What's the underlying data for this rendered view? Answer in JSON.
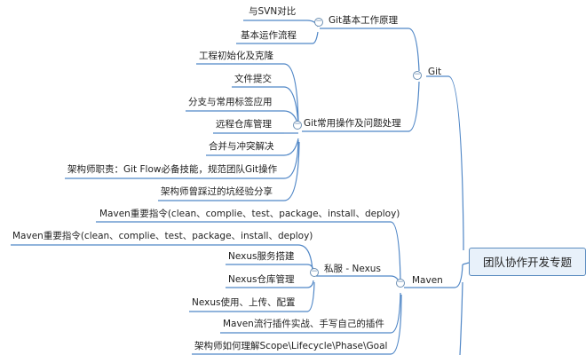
{
  "root": "团队协作开发专题",
  "branches": {
    "git": "Git",
    "git_basics": "Git基本工作原理",
    "git_ops": "Git常用操作及问题处理",
    "maven": "Maven",
    "nexus": "私服 - Nexus"
  },
  "leaves": {
    "svn_compare": "与SVN对比",
    "basic_flow": "基本运作流程",
    "init_clone": "工程初始化及克隆",
    "file_commit": "文件提交",
    "branch_tag": "分支与常用标签应用",
    "remote_repo": "远程仓库管理",
    "merge_conflict": "合并与冲突解决",
    "gitflow": "架构师职责：Git Flow必备技能，规范团队Git操作",
    "pitfalls": "架构师曾踩过的坑经验分享",
    "maven_cmd_1": "Maven重要指令(clean、complie、test、package、install、deploy)",
    "maven_cmd_2": "Maven重要指令(clean、complie、test、package、install、deploy)",
    "nexus_setup": "Nexus服务搭建",
    "nexus_repo": "Nexus仓库管理",
    "nexus_usage": "Nexus使用、上传、配置",
    "maven_plugin": "Maven流行插件实战、手写自己的插件",
    "scope_lifecycle": "架构师如何理解Scope\\Lifecycle\\Phase\\Goal"
  },
  "colors": {
    "line": "#4f86c6",
    "toggle": "#6c8fb3",
    "root_bg": "#e8f1fa"
  }
}
